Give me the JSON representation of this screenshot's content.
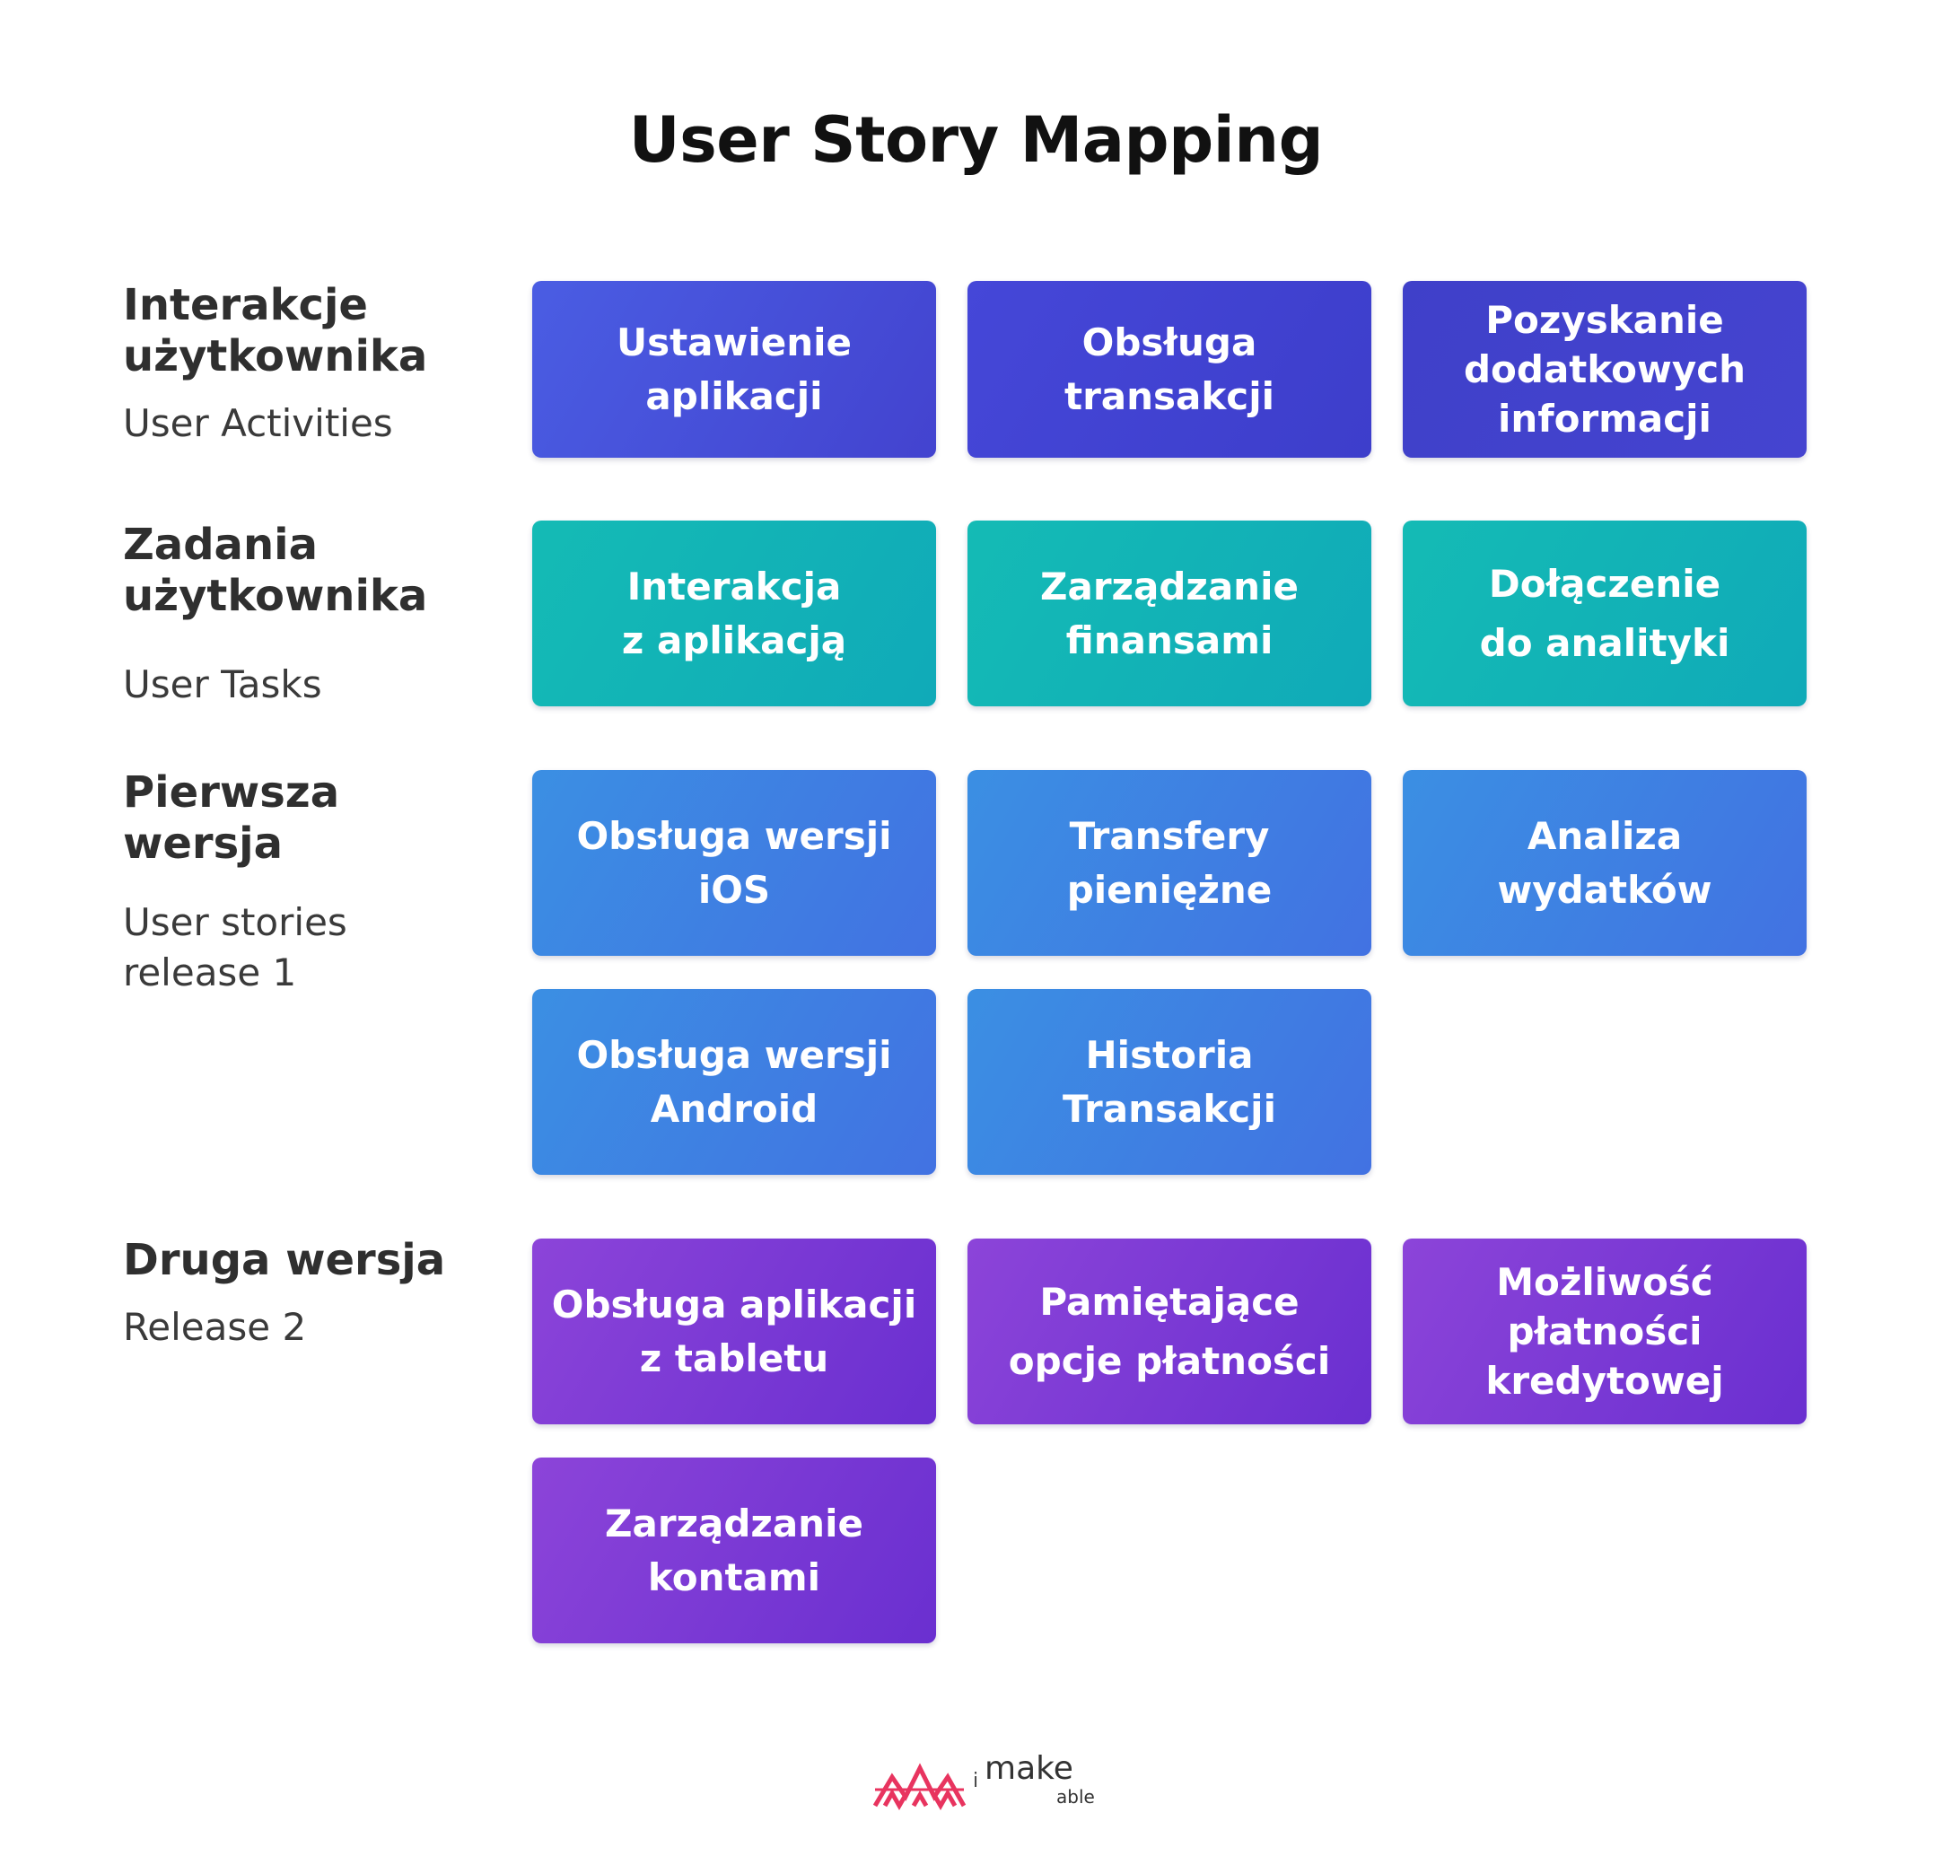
{
  "title": "User Story Mapping",
  "rows": {
    "activities": {
      "heading": "Interakcje\nużytkownika",
      "sub": "User Activities",
      "cards": [
        "Ustawienie\naplikacji",
        "Obsługa\ntransakcji",
        "Pozyskanie\ndodatkowych\ninformacji"
      ]
    },
    "tasks": {
      "heading": "Zadania\nużytkownika",
      "sub": "User Tasks",
      "cards": [
        "Interakcja\nz aplikacją",
        "Zarządzanie\nfinansami",
        "Dołączenie\ndo analityki"
      ]
    },
    "release1": {
      "heading": "Pierwsza\nwersja",
      "sub": "User stories\nrelease 1",
      "cards": [
        "Obsługa wersji\niOS",
        "Transfery\npieniężne",
        "Analiza\nwydatków",
        "Obsługa wersji\nAndroid",
        "Historia\nTransakcji"
      ]
    },
    "release2": {
      "heading": "Druga wersja",
      "sub": "Release 2",
      "cards": [
        "Obsługa aplikacji\nz tabletu",
        "Pamiętające\nopcje płatności",
        "Możliwość\npłatności\nkredytowej",
        "Zarządzanie\nkontami"
      ]
    }
  },
  "logo": {
    "icon": "imakeable-mountain-logo",
    "prefix": "i",
    "main": "make",
    "suffix": "able",
    "color": "#e8345f"
  }
}
